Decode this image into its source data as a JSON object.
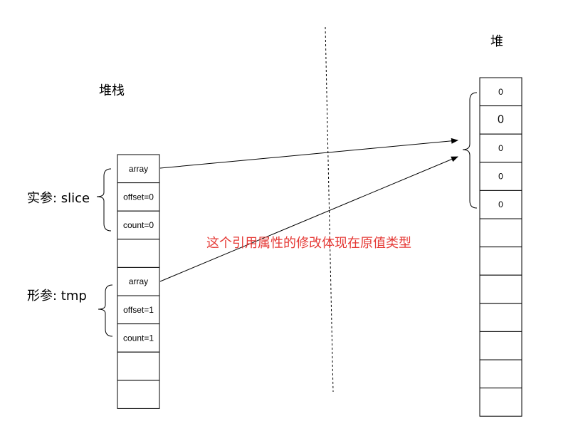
{
  "stack_title": "堆栈",
  "heap_title": "堆",
  "actual_param_label": "实参: slice",
  "formal_param_label": "形参: tmp",
  "annotation": "这个引用属性的修改体现在原值类型",
  "stack_cells": [
    "array",
    "offset=0",
    "count=0",
    "",
    "array",
    "offset=1",
    "count=1",
    "",
    ""
  ],
  "heap_cells": [
    "0",
    "0",
    "0",
    "0",
    "0",
    "",
    "",
    "",
    "",
    "",
    "",
    ""
  ],
  "colors": {
    "annotation": "#e53935",
    "lines": "#000000"
  }
}
